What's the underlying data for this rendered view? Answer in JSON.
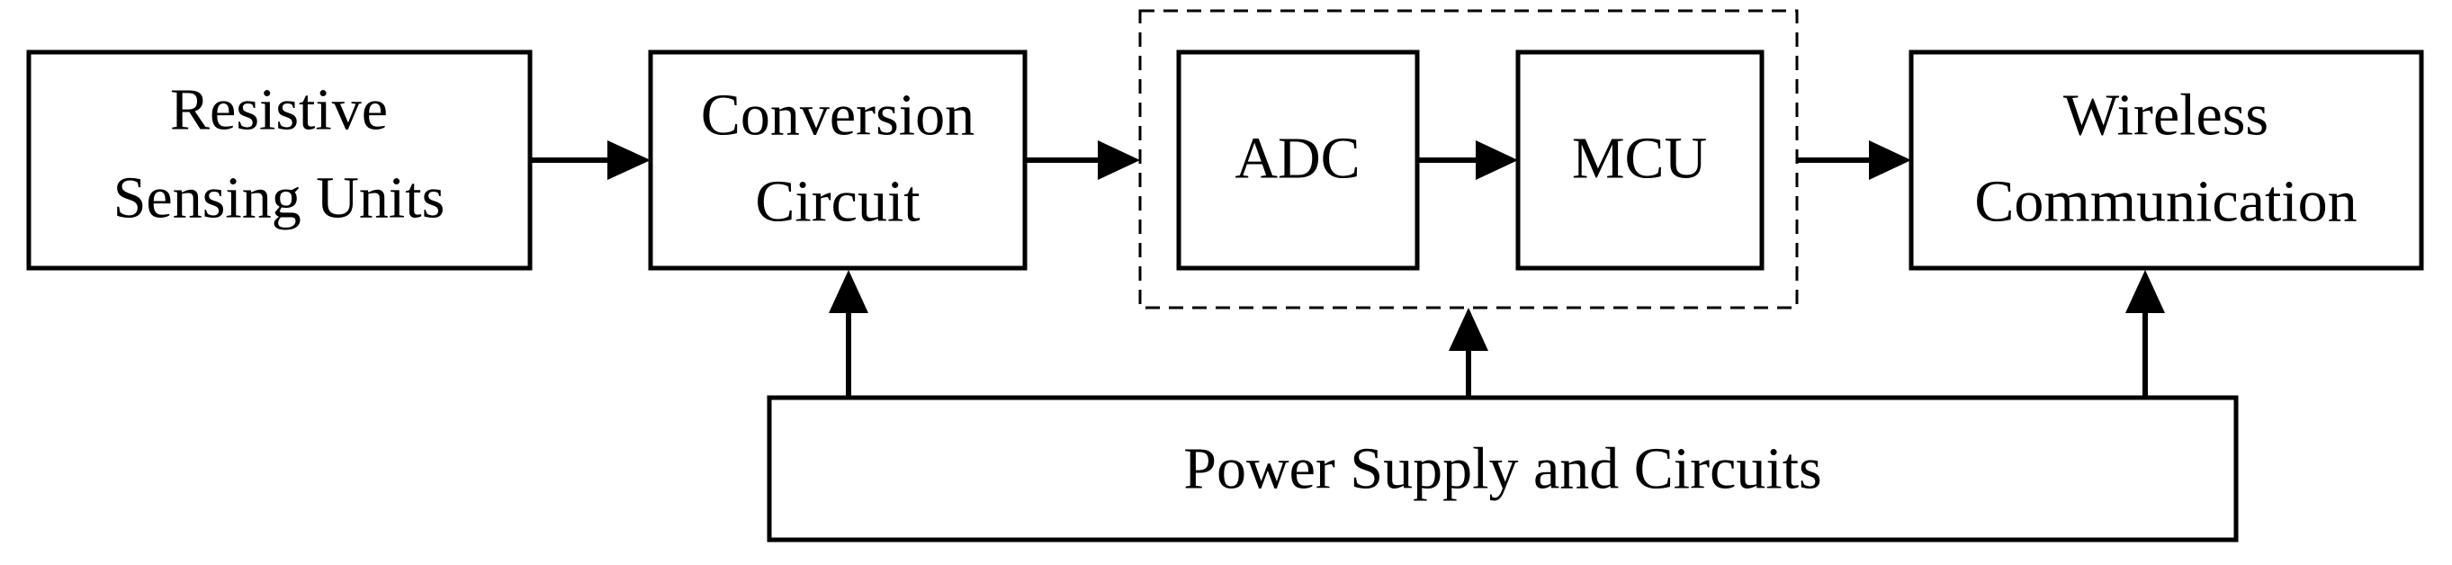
{
  "blocks": {
    "sensing": {
      "line1": "Resistive",
      "line2": "Sensing Units"
    },
    "conversion": {
      "line1": "Conversion",
      "line2": "Circuit"
    },
    "adc": {
      "label": "ADC"
    },
    "mcu": {
      "label": "MCU"
    },
    "wireless": {
      "line1": "Wireless",
      "line2": "Communication"
    },
    "power": {
      "label": "Power Supply and Circuits"
    }
  }
}
